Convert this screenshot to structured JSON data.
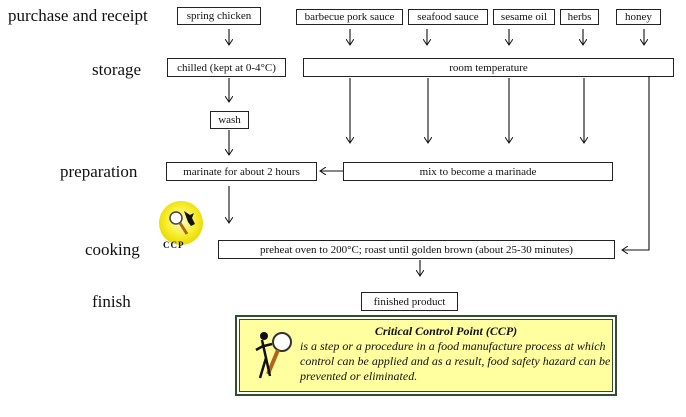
{
  "stages": {
    "purchase": "purchase and receipt",
    "storage": "storage",
    "preparation": "preparation",
    "cooking": "cooking",
    "finish": "finish"
  },
  "ingredients": {
    "chicken": "spring chicken",
    "bbq_sauce": "barbecue pork sauce",
    "seafood_sauce": "seafood sauce",
    "sesame_oil": "sesame oil",
    "herbs": "herbs",
    "honey": "honey"
  },
  "steps": {
    "chilled": "chilled (kept at 0-4°C)",
    "room_temp": "room temperature",
    "wash": "wash",
    "marinate": "marinate for about 2 hours",
    "mix": "mix to become a marinade",
    "cook": "preheat oven to 200°C; roast until golden brown (about 25-30 minutes)",
    "finished": "finished product"
  },
  "ccp_badge": {
    "label": "CCP",
    "icon": "magnifier-inspector-icon",
    "color": "#f5e800"
  },
  "legend": {
    "title": "Critical Control Point (CCP)",
    "body": "is a step or a procedure in a food manufacture process at which control can be applied and as a result, food safety hazard can be prevented or eliminated.",
    "background": "#ffff9f",
    "border": "#2f4f2f"
  }
}
